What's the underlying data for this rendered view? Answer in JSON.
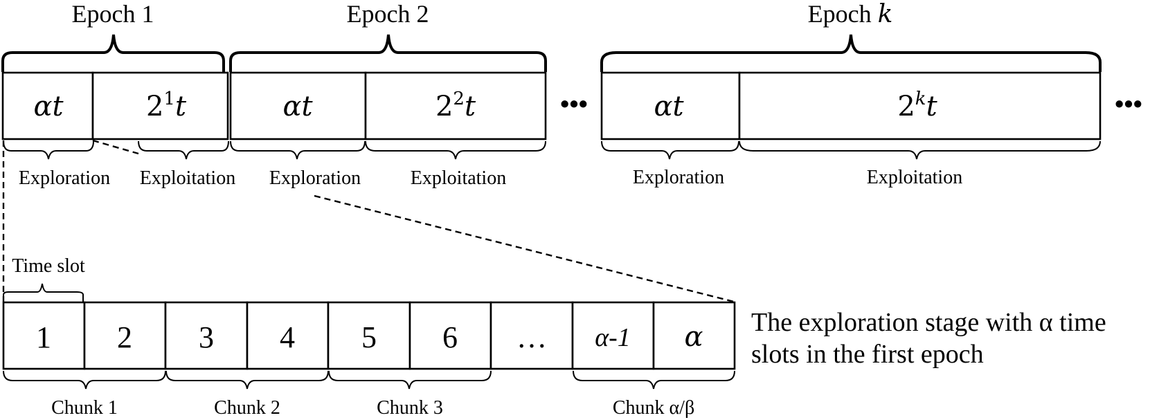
{
  "epochs": [
    {
      "label": "Epoch 1",
      "exploration": {
        "base": "αt",
        "sup": ""
      },
      "exploitation": {
        "base": "2",
        "sup": "1",
        "tail": "t"
      },
      "exploration_label": "Exploration",
      "exploitation_label": "Exploitation"
    },
    {
      "label": "Epoch 2",
      "exploration": {
        "base": "αt",
        "sup": ""
      },
      "exploitation": {
        "base": "2",
        "sup": "2",
        "tail": "t"
      },
      "exploration_label": "Exploration",
      "exploitation_label": "Exploitation"
    },
    {
      "label_prefix": "Epoch ",
      "label_var": "k",
      "exploration": {
        "base": "αt",
        "sup": ""
      },
      "exploitation": {
        "base": "2",
        "sup": "k",
        "tail": "t"
      },
      "exploration_label": "Exploration",
      "exploitation_label": "Exploitation"
    }
  ],
  "ellipsis": "•••",
  "time_slot_label": "Time slot",
  "slots": [
    "1",
    "2",
    "3",
    "4",
    "5",
    "6",
    "…",
    "α-1",
    "α"
  ],
  "chunks": [
    "Chunk 1",
    "Chunk 2",
    "Chunk 3",
    "Chunk α/β"
  ],
  "caption_line1": "The exploration stage with α time",
  "caption_line2": "slots in the first epoch"
}
